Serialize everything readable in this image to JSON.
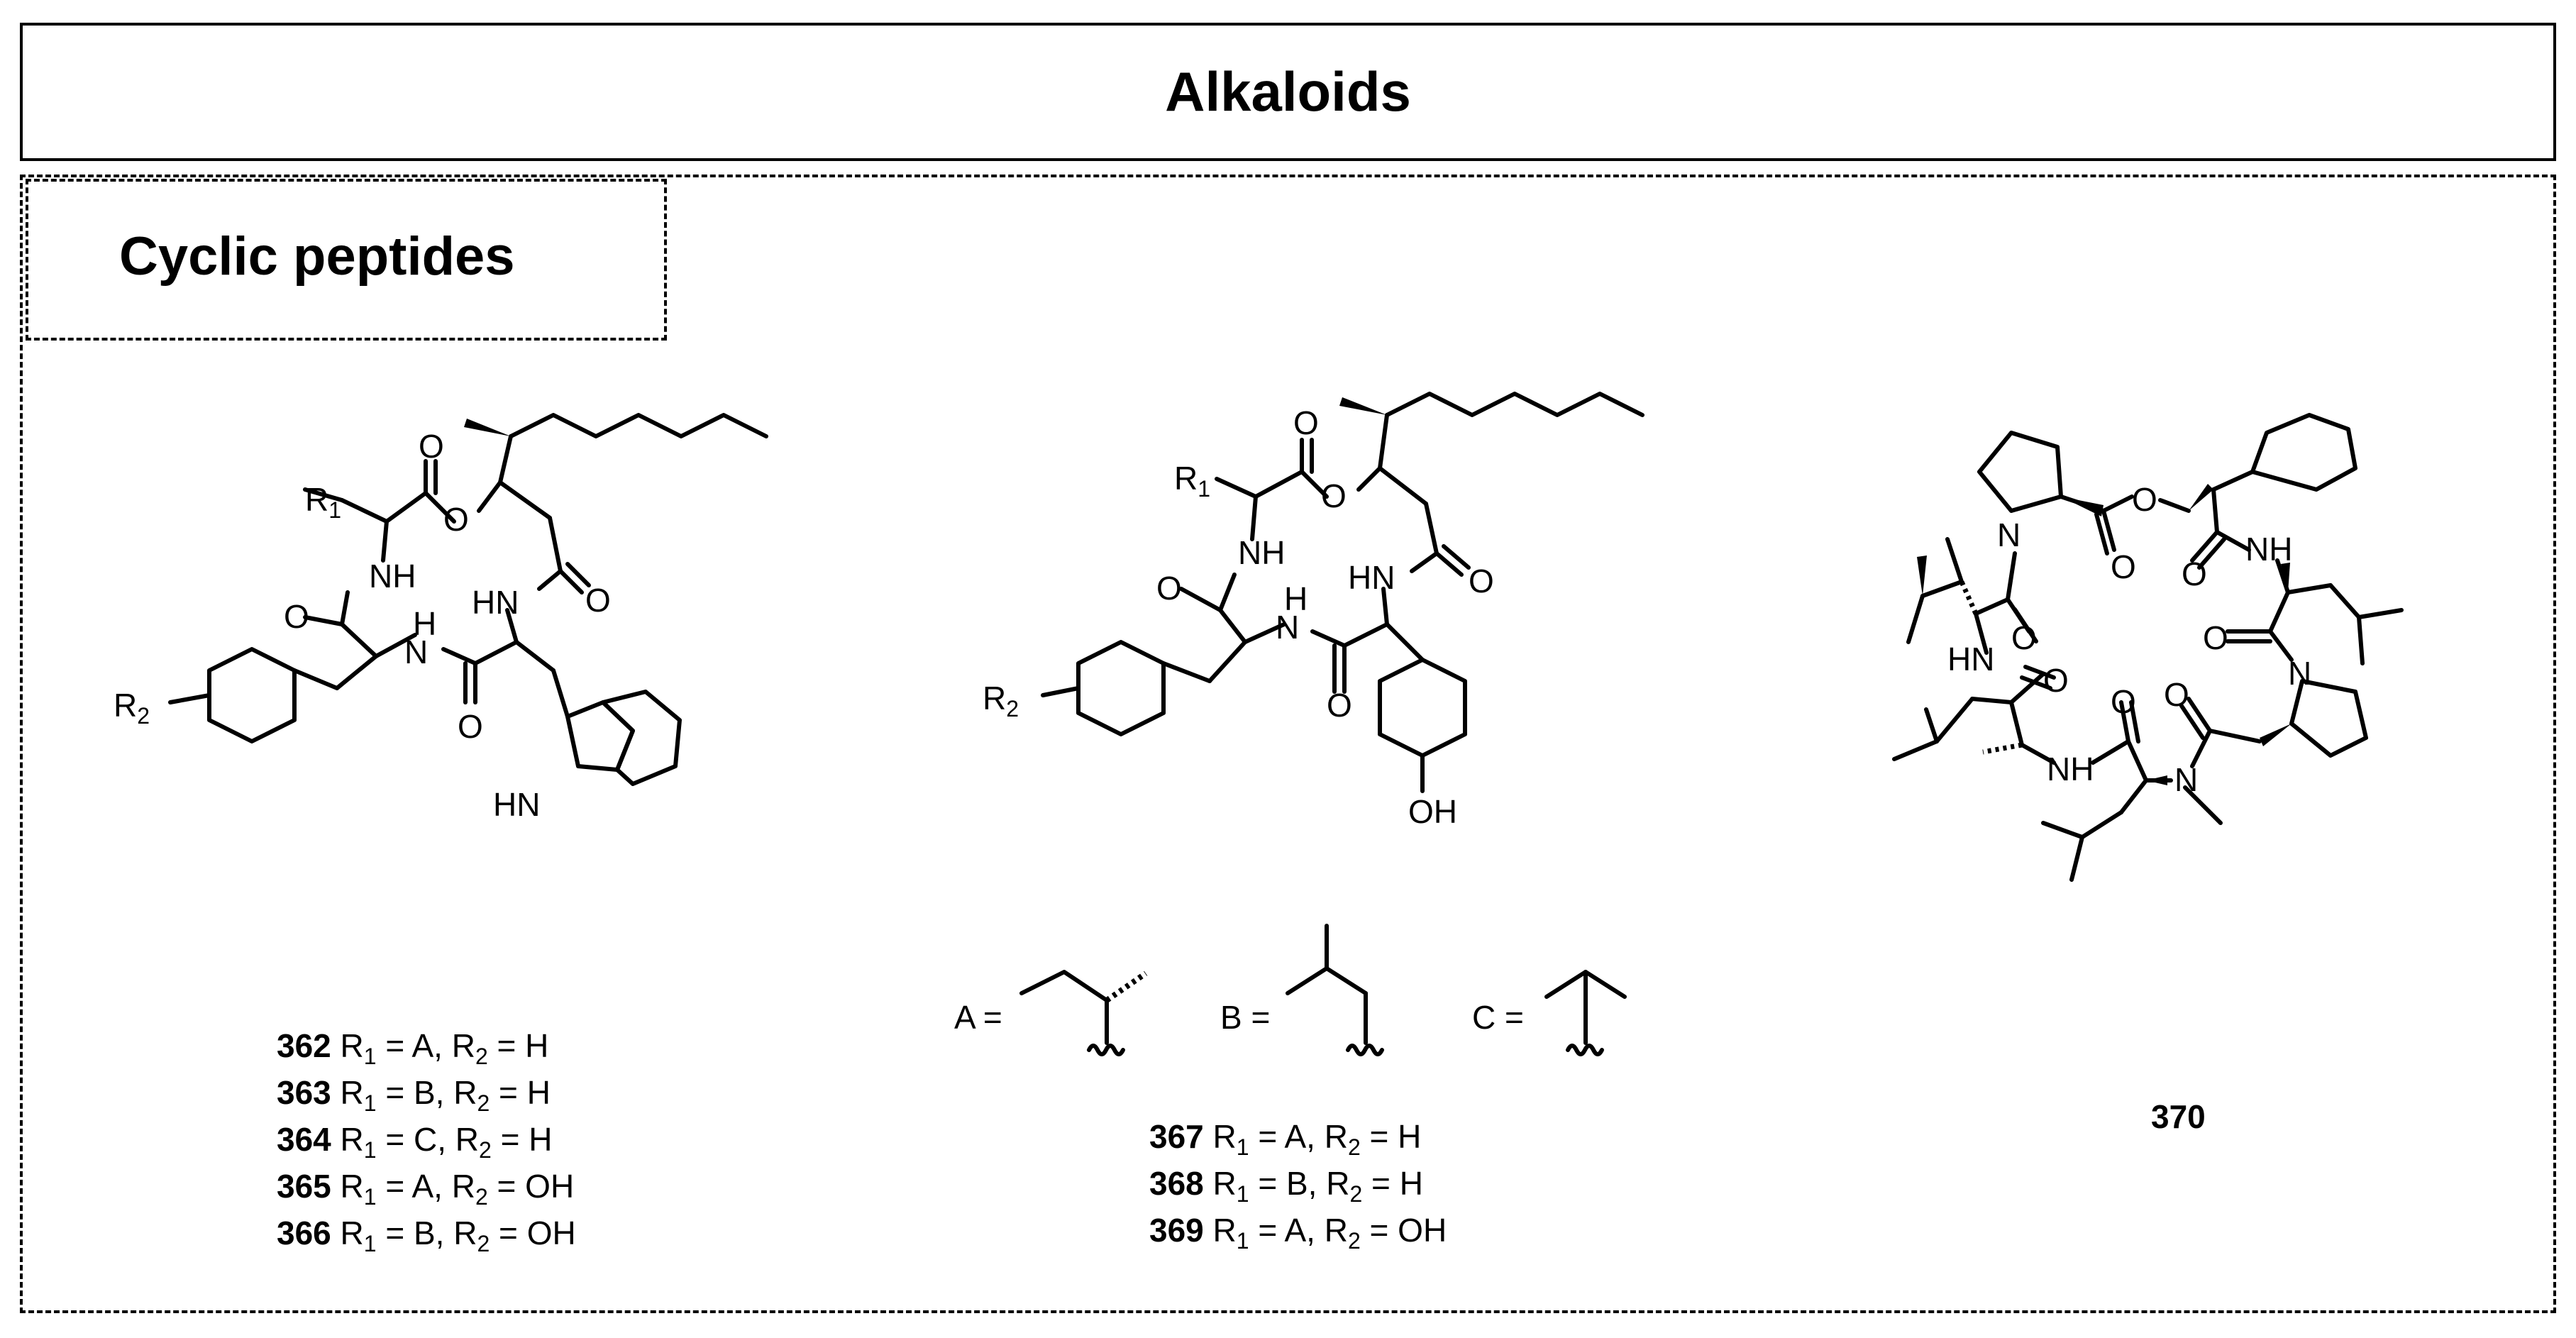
{
  "header": {
    "title": "Alkaloids"
  },
  "section": {
    "title": "Cyclic peptides"
  },
  "atoms": {
    "R1": "R",
    "R1_sub": "1",
    "R2": "R",
    "R2_sub": "2",
    "O": "O",
    "NH": "NH",
    "HN": "HN",
    "H": "H",
    "N": "N",
    "OH": "OH"
  },
  "substituents": {
    "A_label": "A =",
    "B_label": "B =",
    "C_label": "C ="
  },
  "compounds_left": [
    {
      "id": "362",
      "r1": "A",
      "r2": "H"
    },
    {
      "id": "363",
      "r1": "B",
      "r2": "H"
    },
    {
      "id": "364",
      "r1": "C",
      "r2": "H"
    },
    {
      "id": "365",
      "r1": "A",
      "r2": "OH"
    },
    {
      "id": "366",
      "r1": "B",
      "r2": "OH"
    }
  ],
  "compounds_middle": [
    {
      "id": "367",
      "r1": "A",
      "r2": "H"
    },
    {
      "id": "368",
      "r1": "B",
      "r2": "H"
    },
    {
      "id": "369",
      "r1": "A",
      "r2": "OH"
    }
  ],
  "compound_right": {
    "id": "370"
  },
  "text_parts": {
    "r_letter": "R",
    "sub1": "1",
    "sub2": "2",
    "eq": " = ",
    "comma": ", "
  }
}
